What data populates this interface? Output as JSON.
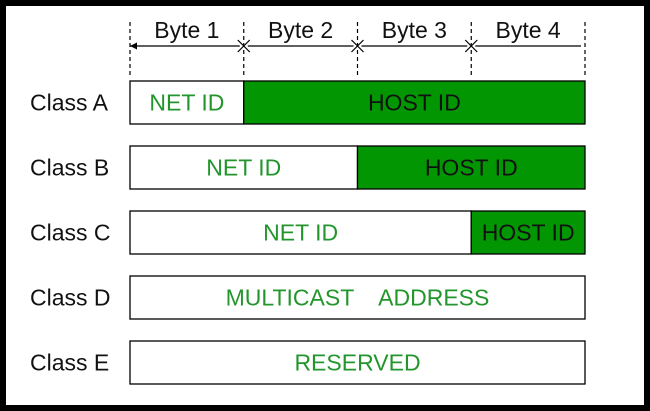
{
  "colors": {
    "green": "#039603",
    "text_green": "#22962c",
    "border": "#000000",
    "label": "#111111"
  },
  "bytes": [
    "Byte 1",
    "Byte 2",
    "Byte 3",
    "Byte 4"
  ],
  "classes": [
    {
      "label": "Class A",
      "segments": [
        {
          "text": "NET ID",
          "bytes": 1,
          "fill": "white"
        },
        {
          "text": "HOST ID",
          "bytes": 3,
          "fill": "green"
        }
      ]
    },
    {
      "label": "Class B",
      "segments": [
        {
          "text": "NET ID",
          "bytes": 2,
          "fill": "white"
        },
        {
          "text": "HOST ID",
          "bytes": 2,
          "fill": "green"
        }
      ]
    },
    {
      "label": "Class C",
      "segments": [
        {
          "text": "NET ID",
          "bytes": 3,
          "fill": "white"
        },
        {
          "text": "HOST ID",
          "bytes": 1,
          "fill": "green"
        }
      ]
    },
    {
      "label": "Class D",
      "segments": [
        {
          "text": "MULTICAST    ADDRESS",
          "bytes": 4,
          "fill": "white"
        }
      ]
    },
    {
      "label": "Class E",
      "segments": [
        {
          "text": "RESERVED",
          "bytes": 4,
          "fill": "white"
        }
      ]
    }
  ]
}
